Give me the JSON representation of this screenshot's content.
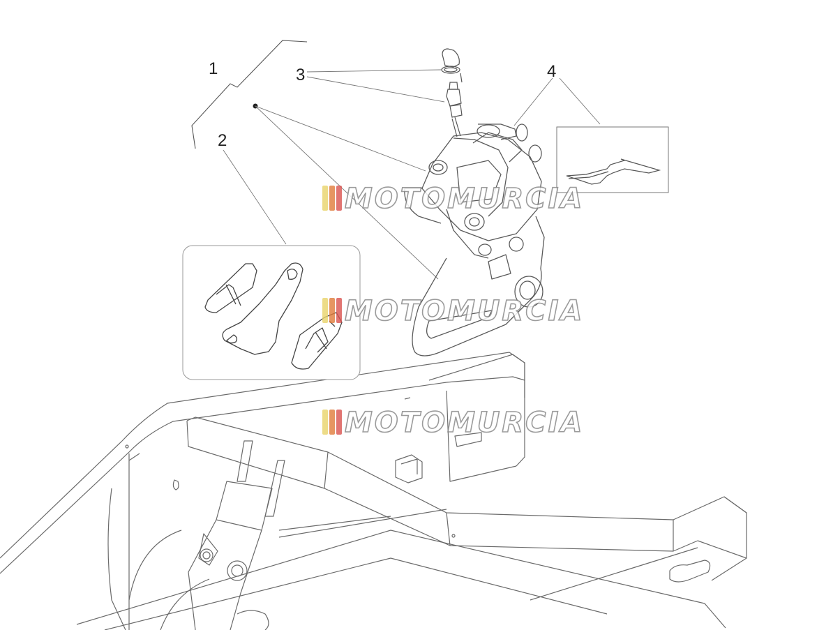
{
  "callouts": {
    "c1": "1",
    "c2": "2",
    "c3": "3",
    "c4": "4"
  },
  "watermark": {
    "text": "MOTOMURCIA",
    "stripe_colors": [
      "#e8d36a",
      "#e07a3a",
      "#d9534f"
    ]
  },
  "colors": {
    "line": "#555555",
    "light_line": "#8a8a8a",
    "background": "#ffffff"
  },
  "parts": [
    {
      "ref": "1",
      "icon": "brake-caliper-assembly-icon"
    },
    {
      "ref": "2",
      "icon": "brake-pads-icon"
    },
    {
      "ref": "3",
      "icon": "bleed-valve-icon"
    },
    {
      "ref": "4",
      "icon": "pad-spring-icon"
    }
  ]
}
